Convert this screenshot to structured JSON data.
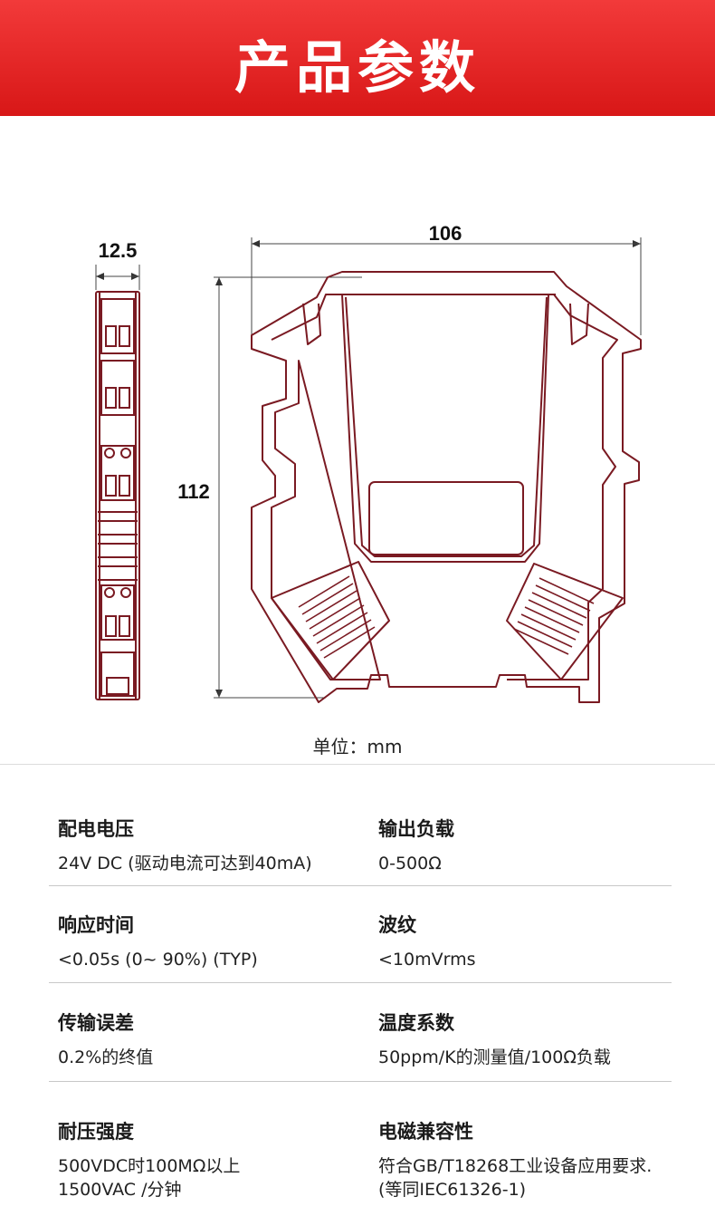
{
  "header": {
    "title": "产品参数"
  },
  "drawing": {
    "dim_width_side": "12.5",
    "dim_width_front": "106",
    "dim_height": "112",
    "unit_label": "单位：mm"
  },
  "colors": {
    "banner": "#e0201f",
    "line": "#7a1a22"
  },
  "specs": [
    {
      "label": "配电电压",
      "value": "24V DC (驱动电流可达到40mA)"
    },
    {
      "label": "输出负载",
      "value": "0-500Ω"
    },
    {
      "label": "响应时间",
      "value": "<0.05s (0~ 90%) (TYP)"
    },
    {
      "label": "波纹",
      "value": "<10mVrms"
    },
    {
      "label": "传输误差",
      "value": "0.2%的终值"
    },
    {
      "label": "温度系数",
      "value": "50ppm/K的测量值/100Ω负载"
    },
    {
      "label": "耐压强度",
      "value": "500VDC时100MΩ以上",
      "value2": "1500VAC /分钟"
    },
    {
      "label": "电磁兼容性",
      "value": "符合GB/T18268工业设备应用要求.",
      "value2": "(等同IEC61326-1)"
    }
  ]
}
